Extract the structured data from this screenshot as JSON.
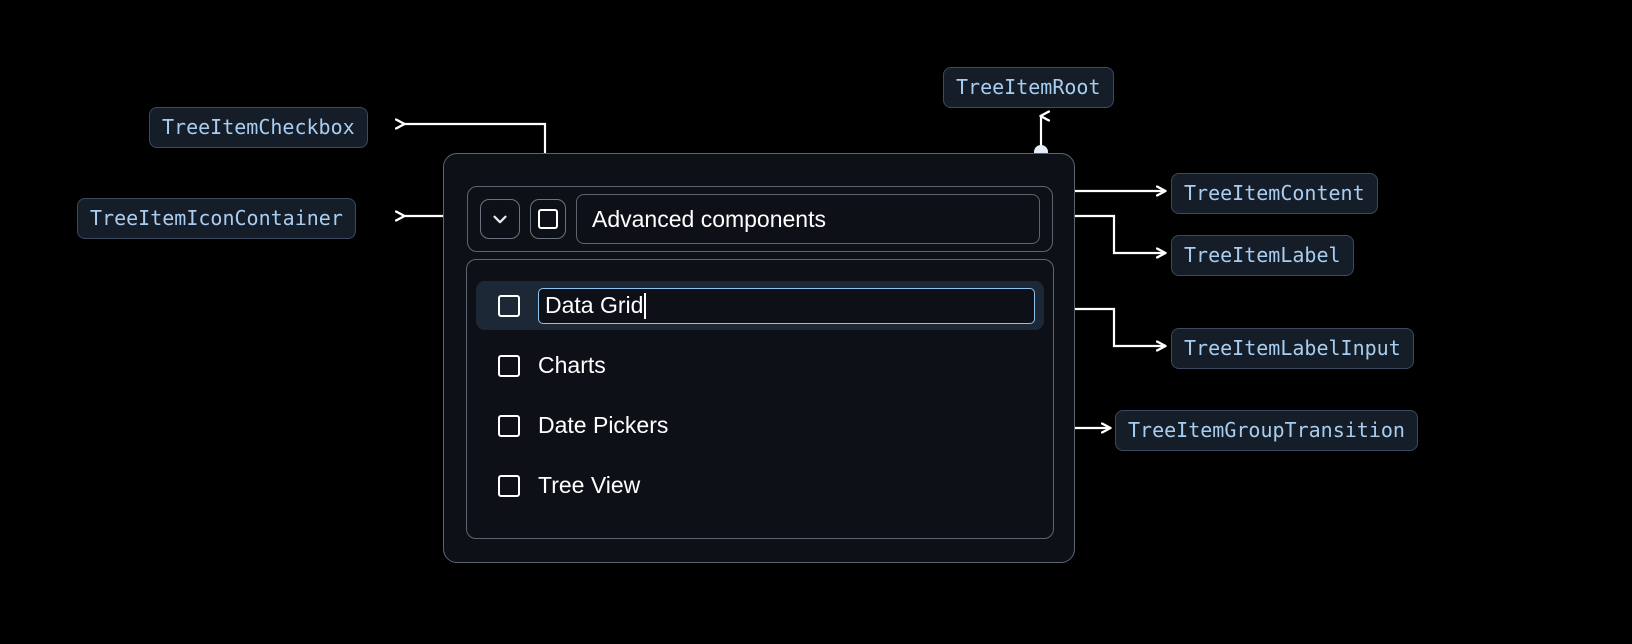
{
  "annotations": {
    "tree_item_checkbox": "TreeItemCheckbox",
    "tree_item_icon_container": "TreeItemIconContainer",
    "tree_item_root": "TreeItemRoot",
    "tree_item_content": "TreeItemContent",
    "tree_item_label": "TreeItemLabel",
    "tree_item_label_input": "TreeItemLabelInput",
    "tree_item_group_transition": "TreeItemGroupTransition"
  },
  "tree": {
    "parent": {
      "label": "Advanced components",
      "expand_icon": "chevron-down-icon",
      "checkbox_state": "unchecked"
    },
    "children": [
      {
        "label": "Data Grid",
        "editing": true,
        "checkbox_state": "unchecked"
      },
      {
        "label": "Charts",
        "editing": false,
        "checkbox_state": "unchecked"
      },
      {
        "label": "Date Pickers",
        "editing": false,
        "checkbox_state": "unchecked"
      },
      {
        "label": "Tree View",
        "editing": false,
        "checkbox_state": "unchecked"
      }
    ]
  },
  "colors": {
    "background": "#000000",
    "panel": "#0d1117",
    "panel_border": "#5d6470",
    "chip_bg": "#151d29",
    "chip_border": "#3b4a5e",
    "chip_text": "#a8cdf0",
    "selected_row": "#1d2836",
    "input_border": "#8ec2ee",
    "wire": "#ffffff"
  }
}
